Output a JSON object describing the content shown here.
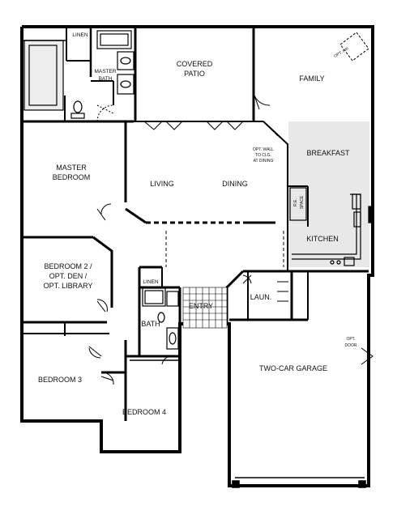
{
  "floorplan": {
    "rooms": {
      "covered_patio": [
        "COVERED",
        "PATIO"
      ],
      "family": "FAMILY",
      "master_bath": [
        "MASTER",
        "BATH"
      ],
      "linen_top": "LINEN",
      "master_bedroom": [
        "MASTER",
        "BEDROOM"
      ],
      "living": "LIVING",
      "dining": "DINING",
      "opt_wall_note": [
        "OPT. WALL",
        "TO CLG.",
        "AT DINING"
      ],
      "breakfast": "BREAKFAST",
      "re_space": [
        "R.E.",
        "SPACE"
      ],
      "kitchen": "KITCHEN",
      "bedroom2": [
        "BEDROOM 2 /",
        "OPT. DEN /",
        "OPT. LIBRARY"
      ],
      "linen_hall": "LINEN",
      "entry": "ENTRY",
      "laun": "LAUN.",
      "bath": "BATH",
      "bedroom3": "BEDROOM 3",
      "bedroom4": "BEDROOM 4",
      "garage": "TWO-CAR GARAGE",
      "opt_door": [
        "OPT.",
        "DOOR"
      ],
      "opt_fp": "OPT. F/P"
    }
  }
}
